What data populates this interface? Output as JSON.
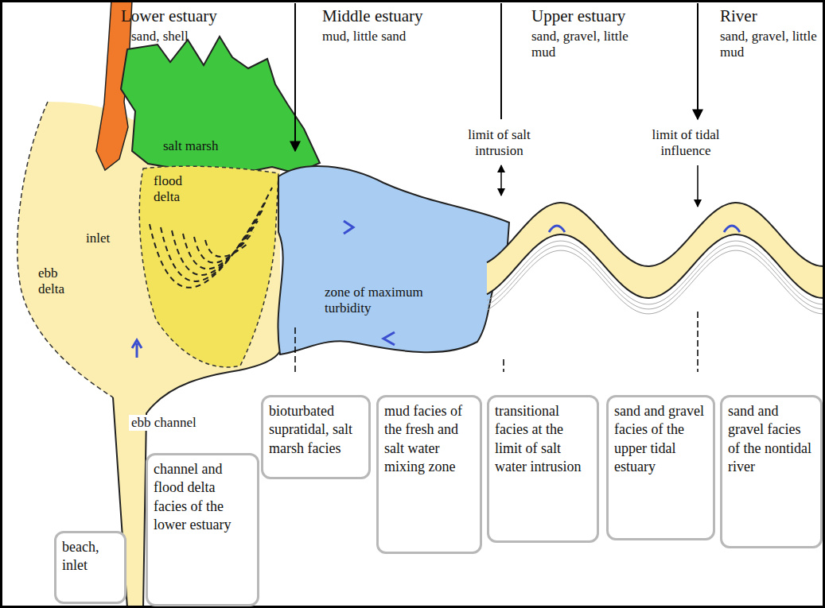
{
  "diagram": {
    "nodes": [
      {
        "text": [
          "beach, inlet"
        ]
      },
      {
        "text": [
          "channel and flood delta facies of the lower estuary"
        ]
      },
      {
        "text": [
          "bioturbated supratidal, salt marsh facies"
        ]
      },
      {
        "text": [
          "mud facies of the fresh and salt water mixing zone"
        ]
      },
      {
        "text": [
          "transitional facies at the limit of salt water intrusion"
        ]
      },
      {
        "text": [
          "sand and gravel facies of the upper tidal estuary"
        ]
      },
      {
        "text": [
          "sand and gravel facies of the nontidal river"
        ]
      }
    ],
    "labels": [
      "Lower estuary",
      "sand, shell",
      "Middle estuary",
      "mud, little sand",
      "Upper estuary",
      "sand, gravel, little mud",
      "River",
      "sand, gravel, little mud",
      "salt marsh",
      "limit of salt intrusion",
      "limit of tidal influence",
      "flood delta",
      "inlet",
      "ebb delta",
      "zone of maximum turbidity",
      "ebb channel"
    ]
  }
}
